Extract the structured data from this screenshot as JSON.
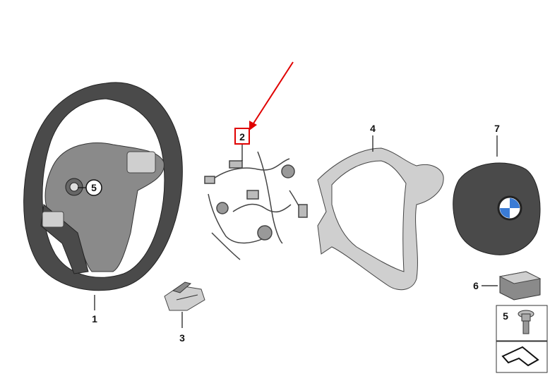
{
  "callouts": {
    "p1": "1",
    "p2": "2",
    "p3": "3",
    "p4": "4",
    "p5_wheel": "5",
    "p5_box": "5",
    "p6": "6",
    "p7": "7"
  },
  "colors": {
    "highlight": "#e00000",
    "arrow": "#e00000"
  },
  "icons": [
    "steering-wheel",
    "wiring-harness",
    "bracket",
    "trim-cover",
    "airbag-module",
    "pad",
    "bolt",
    "kit-symbol"
  ]
}
